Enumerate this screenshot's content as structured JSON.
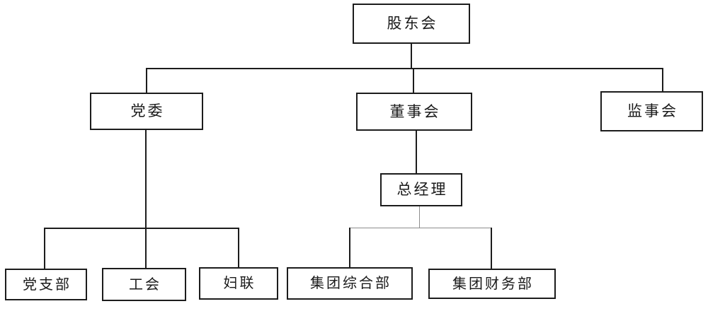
{
  "diagram": {
    "type": "org-chart",
    "nodes": {
      "shareholders": {
        "label": "股东会"
      },
      "party_committee": {
        "label": "党委"
      },
      "board_of_directors": {
        "label": "董事会"
      },
      "supervisory_board": {
        "label": "监事会"
      },
      "general_manager": {
        "label": "总经理"
      },
      "party_branch": {
        "label": "党支部"
      },
      "labor_union": {
        "label": "工会"
      },
      "womens_federation": {
        "label": "妇联"
      },
      "group_general_dept": {
        "label": "集团综合部"
      },
      "group_finance_dept": {
        "label": "集团财务部"
      }
    },
    "edges": [
      {
        "from": "股东会",
        "to": "党委"
      },
      {
        "from": "股东会",
        "to": "董事会"
      },
      {
        "from": "股东会",
        "to": "监事会"
      },
      {
        "from": "党委",
        "to": "党支部"
      },
      {
        "from": "党委",
        "to": "工会"
      },
      {
        "from": "党委",
        "to": "妇联"
      },
      {
        "from": "董事会",
        "to": "总经理"
      },
      {
        "from": "总经理",
        "to": "集团综合部"
      },
      {
        "from": "总经理",
        "to": "集团财务部"
      }
    ],
    "colors": {
      "background": "#ffffff",
      "box_border": "#1c1c1c",
      "line": "#1c1c1c",
      "light_line": "#8d8d8d",
      "text": "#1a1a1a"
    }
  }
}
